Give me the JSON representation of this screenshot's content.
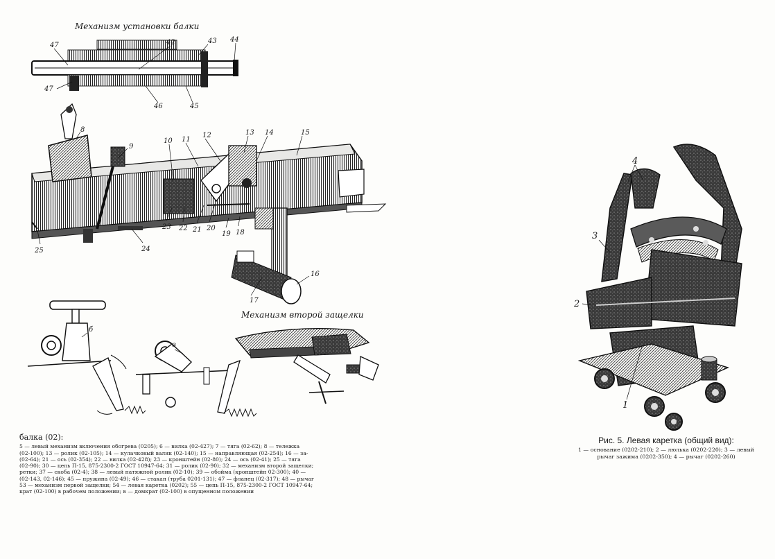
{
  "titles": {
    "beam_mechanism": "Механизм установки балки",
    "second_latch": "Механизм второй защелки"
  },
  "callouts": {
    "c47a": "47",
    "c42": "42",
    "c43": "43",
    "c44": "44",
    "c47b": "47",
    "c46": "46",
    "c45": "45",
    "c8": "8",
    "c9": "9",
    "c10": "10",
    "c11": "11",
    "c12": "12",
    "c13": "13",
    "c14": "14",
    "c15": "15",
    "c25": "25",
    "c23": "23",
    "c22": "22",
    "c21": "21",
    "c20": "20",
    "c19": "19",
    "c18": "18",
    "c24": "24",
    "c16": "16",
    "c17": "17",
    "cb": "б",
    "cv": "в",
    "r4": "4",
    "r3": "3",
    "r2": "2",
    "r1": "1"
  },
  "left_caption": {
    "head": "балка (02):",
    "lines": [
      "5 — левый механизм включения обогрева (0205); 6 — вилка (02-427); 7 — тяга (02-62); 8 — тележка",
      "(02-100); 13 — ролик (02-105); 14 — кулачковый валик (02-140); 15 — направляющая (02-254); 16 — за-",
      "(02-64); 21 — ось (02-354); 22 — вилка (02-428); 23 — кронштейн (02-80); 24 — ось (02-41); 25 — тяга",
      "(02-90); 30 — цепь П-15, 875-2300-2 ГОСТ 10947-64; 31 — ролик (02-90); 32 — механизм второй защелки;",
      "ретки; 37 — скоба (02-4); 38 — левый натяжной ролик (02-10); 39 — обойма (кронштейн 02-300); 40 —",
      "(02-143, 02-146); 45 — пружина (02-49); 46 — стакан (труба 0201-131); 47 — фланец (02-317); 48 — рычаг",
      "53 — механизм первой защелки; 54 — левая каретка (0202); 55 — цепь П-15, 875-2300-2 ГОСТ 10947-64;",
      "крат (02-100) в рабочем положении; в — домкрат (02-100) в опущенном положении"
    ]
  },
  "right_caption": {
    "head": "Рис. 5. Левая каретка (общий вид):",
    "lines": [
      "1 — основание (0202-210); 2 — люлька (0202-220); 3 — левый",
      "рычаг зажима (0202-350); 4 — рычаг (0202-260)"
    ]
  }
}
